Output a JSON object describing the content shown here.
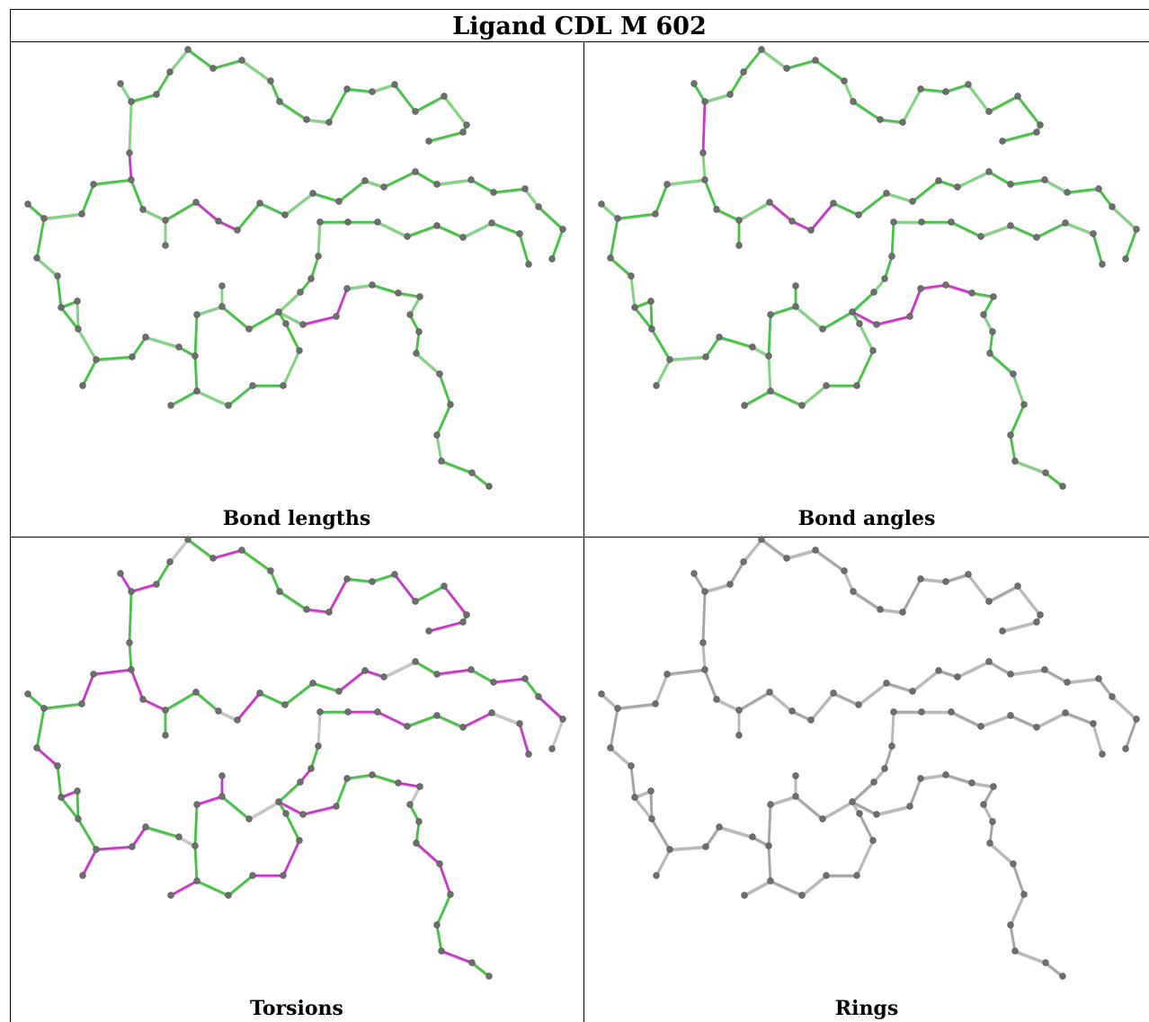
{
  "title": "Ligand CDL M 602",
  "panels": [
    {
      "caption": "Bond lengths"
    },
    {
      "caption": "Bond angles"
    },
    {
      "caption": "Torsions"
    },
    {
      "caption": "Rings"
    }
  ],
  "colors": {
    "good": "#3ec63e",
    "good_light": "#7ad87a",
    "outlier": "#cc33cc",
    "neutral": "#c8c8c8",
    "atom": "#6e6e6e"
  }
}
